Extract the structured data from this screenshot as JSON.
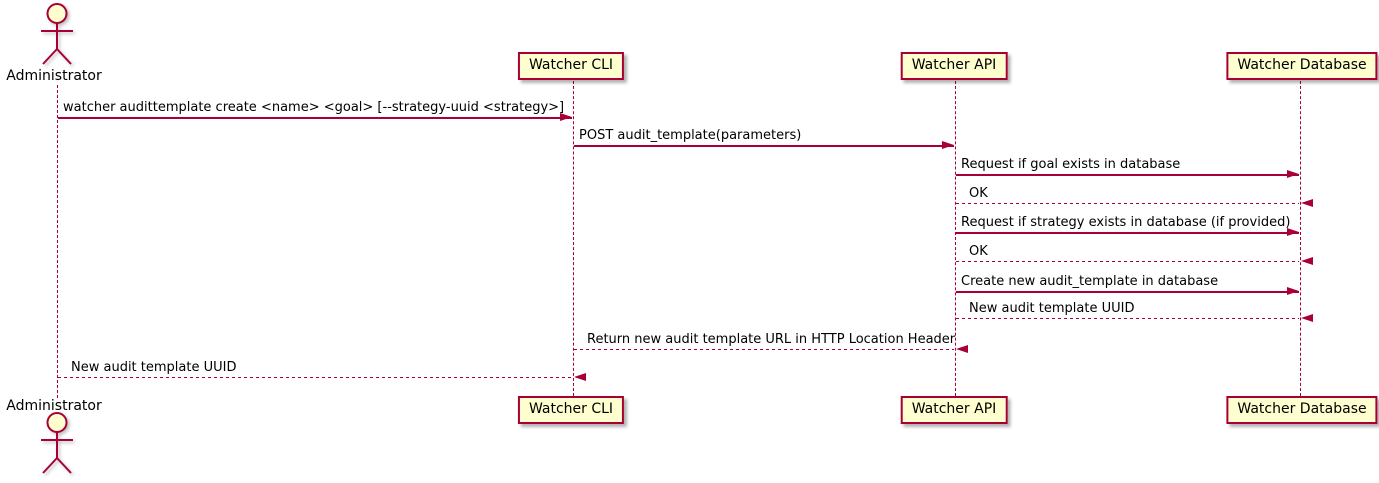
{
  "diagram": {
    "type": "sequence",
    "participants": [
      {
        "label": "Administrator",
        "type": "actor"
      },
      {
        "label": "Watcher CLI",
        "type": "participant"
      },
      {
        "label": "Watcher API",
        "type": "participant"
      },
      {
        "label": "Watcher Database",
        "type": "participant"
      }
    ],
    "messages": [
      {
        "from": "Administrator",
        "to": "Watcher CLI",
        "text": "watcher audittemplate create <name> <goal> [--strategy-uuid <strategy>]",
        "line": "solid"
      },
      {
        "from": "Watcher CLI",
        "to": "Watcher API",
        "text": "POST audit_template(parameters)",
        "line": "solid"
      },
      {
        "from": "Watcher API",
        "to": "Watcher Database",
        "text": "Request if goal exists in database",
        "line": "solid"
      },
      {
        "from": "Watcher Database",
        "to": "Watcher API",
        "text": "OK",
        "line": "dashed"
      },
      {
        "from": "Watcher API",
        "to": "Watcher Database",
        "text": "Request if strategy exists in database (if provided)",
        "line": "solid"
      },
      {
        "from": "Watcher Database",
        "to": "Watcher API",
        "text": "OK",
        "line": "dashed"
      },
      {
        "from": "Watcher API",
        "to": "Watcher Database",
        "text": "Create new audit_template in database",
        "line": "solid"
      },
      {
        "from": "Watcher Database",
        "to": "Watcher API",
        "text": "New audit template UUID",
        "line": "dashed"
      },
      {
        "from": "Watcher API",
        "to": "Watcher CLI",
        "text": "Return new audit template URL in HTTP Location Header",
        "line": "dashed"
      },
      {
        "from": "Watcher CLI",
        "to": "Administrator",
        "text": "New audit template UUID",
        "line": "dashed"
      }
    ],
    "colors": {
      "accent": "#A80036",
      "participant_fill": "#FEFECE",
      "text": "#000000",
      "background": "#FFFFFF"
    }
  }
}
